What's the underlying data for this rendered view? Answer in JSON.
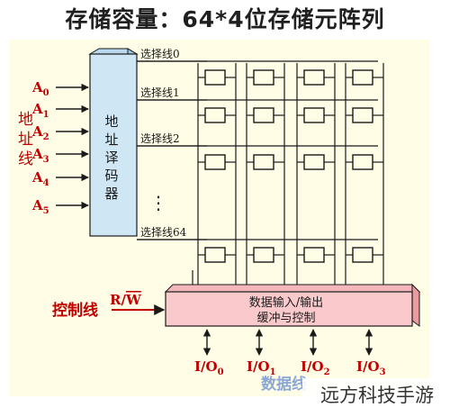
{
  "title": "存储容量：64*4位存储元阵列",
  "address_label": "地址线",
  "address_lines": [
    {
      "letter": "A",
      "sub": "0"
    },
    {
      "letter": "A",
      "sub": "1"
    },
    {
      "letter": "A",
      "sub": "2"
    },
    {
      "letter": "A",
      "sub": "3"
    },
    {
      "letter": "A",
      "sub": "4"
    },
    {
      "letter": "A",
      "sub": "5"
    }
  ],
  "decoder_label": "地址译码器",
  "select_lines": [
    {
      "label": "选择线0"
    },
    {
      "label": "选择线1"
    },
    {
      "label": "选择线2"
    },
    {
      "label": "选择线64"
    }
  ],
  "ellipsis": "⋮",
  "control_label": "控制线",
  "rw_label": {
    "r": "R/",
    "w": "W"
  },
  "buffer_text": [
    "数据输入/输出",
    "缓冲与控制"
  ],
  "io_lines": [
    {
      "name": "I/O",
      "sub": "0"
    },
    {
      "name": "I/O",
      "sub": "1"
    },
    {
      "name": "I/O",
      "sub": "2"
    },
    {
      "name": "I/O",
      "sub": "3"
    }
  ],
  "data_line_label": "数据线",
  "watermark": "远方科技手游",
  "colors": {
    "background": "#fffde6",
    "decoder_fill": "#cfe6f4",
    "buffer_fill": "#f9c9cc",
    "address_red": "#c00000",
    "line": "#1a1a1a"
  }
}
